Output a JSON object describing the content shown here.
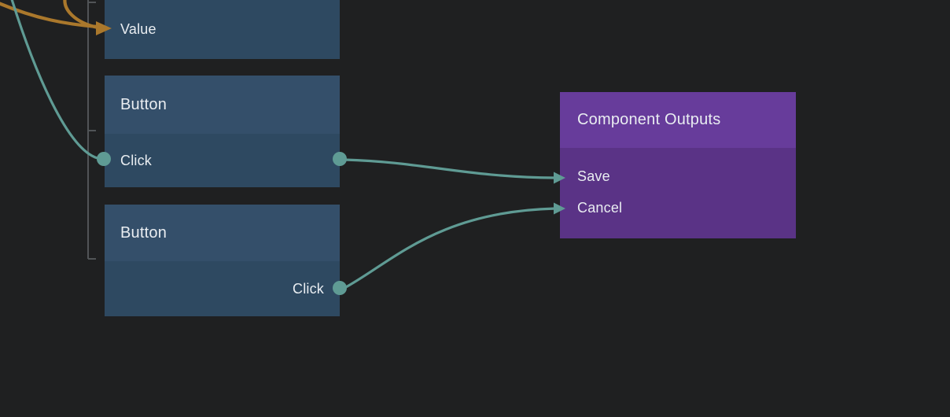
{
  "colors": {
    "background": "#1f2021",
    "node-header": "#344f6a",
    "node-body": "#2e4961",
    "outputs-header": "#673c9b",
    "outputs-body": "#5a3386",
    "signal-teal": "#5f9b94",
    "data-orange": "#aa782c",
    "hierarchy-line": "#515457",
    "text": "#e9edf1"
  },
  "icons": {
    "connection-arrowhead": "▶",
    "port-dot": "●"
  },
  "nodes": {
    "value": {
      "port_label": "Value"
    },
    "button1": {
      "title": "Button",
      "port_label": "Click"
    },
    "button2": {
      "title": "Button",
      "port_label": "Click"
    },
    "component_outputs": {
      "title": "Component Outputs",
      "ports": [
        {
          "label": "Save"
        },
        {
          "label": "Cancel"
        }
      ]
    }
  }
}
